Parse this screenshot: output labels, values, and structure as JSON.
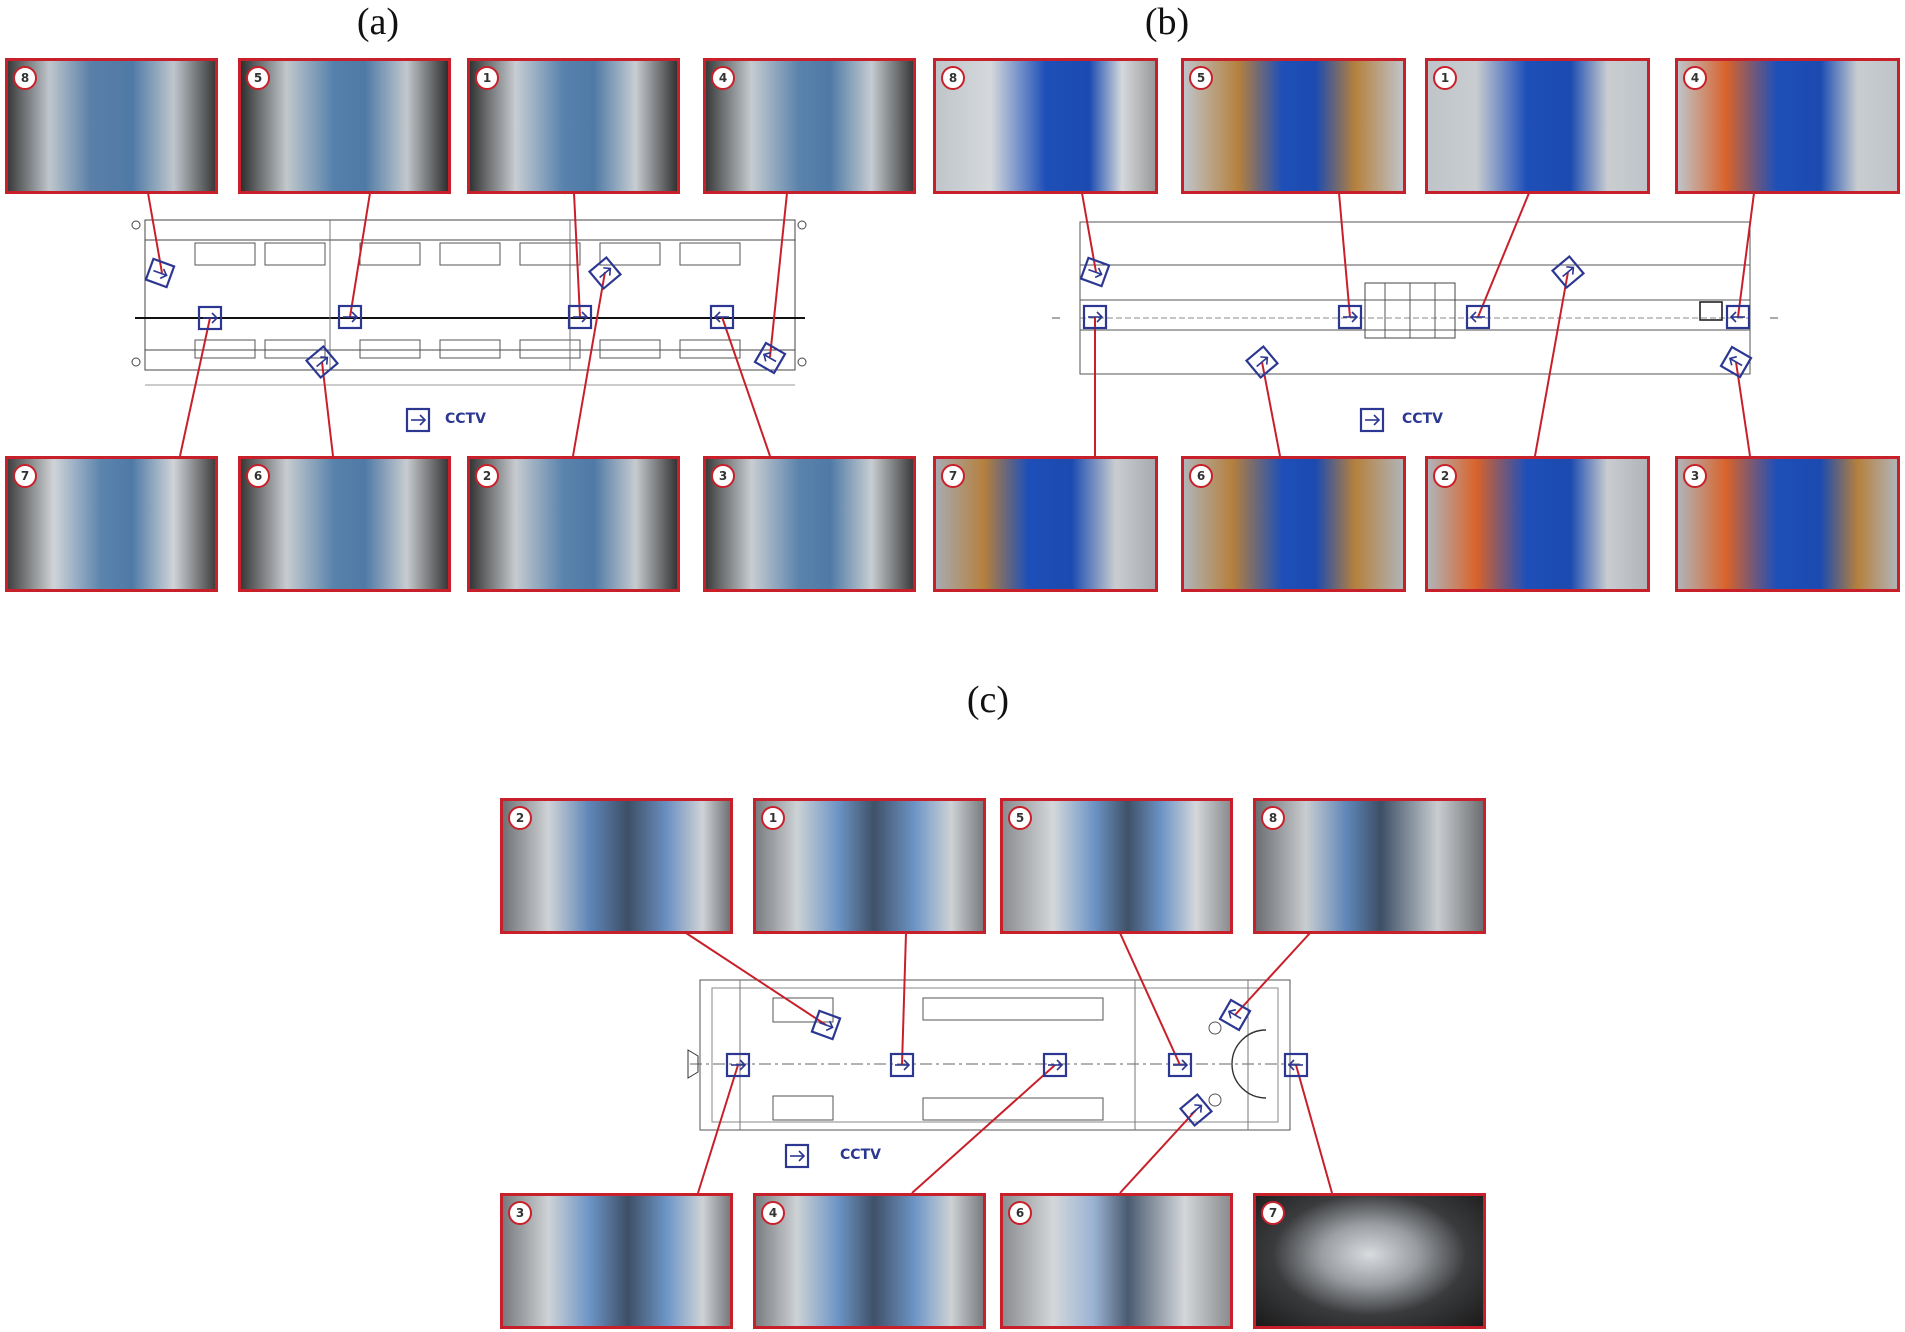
{
  "panels": [
    {
      "label": "(a)",
      "legend": "CCTV",
      "cameras": [
        "8",
        "5",
        "1",
        "4",
        "7",
        "6",
        "2",
        "3"
      ]
    },
    {
      "label": "(b)",
      "legend": "CCTV",
      "cameras": [
        "8",
        "5",
        "1",
        "4",
        "7",
        "6",
        "2",
        "3"
      ]
    },
    {
      "label": "(c)",
      "legend": "CCTV",
      "cameras": [
        "2",
        "1",
        "5",
        "8",
        "3",
        "4",
        "6",
        "7"
      ]
    }
  ],
  "colors": {
    "frame": "#c8202a",
    "camera_marker": "#2c3792",
    "link_line": "#c8202a"
  }
}
